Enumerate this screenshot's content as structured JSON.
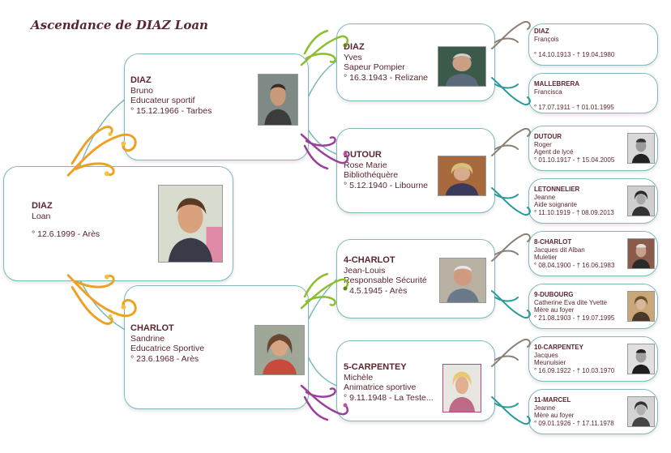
{
  "page": {
    "title": "Ascendance de DIAZ Loan"
  },
  "colors": {
    "text": "#5a2630",
    "card_border": "#7fb9bd",
    "orange": "#f0a020",
    "green": "#8cbf2e",
    "purple": "#9a3f9a",
    "gray": "#8a8078",
    "teal": "#2a9a9a"
  },
  "root": {
    "surname": "DIAZ",
    "given": "Loan",
    "birth": "° 12.6.1999 - Arès"
  },
  "father": {
    "surname": "DIAZ",
    "given": "Bruno",
    "occupation": "Educateur sportif",
    "birth": "° 15.12.1966 - Tarbes"
  },
  "mother": {
    "surname": "CHARLOT",
    "given": "Sandrine",
    "occupation": "Educatrice Sportive",
    "birth": "° 23.6.1968 - Arès"
  },
  "gp_paternal_father": {
    "surname": "DIAZ",
    "given": "Yves",
    "occupation": "Sapeur Pompier",
    "birth": "° 16.3.1943 - Relizane"
  },
  "gp_paternal_mother": {
    "surname": "DUTOUR",
    "given": "Rose Marie",
    "occupation": "Bibliothéquère",
    "birth": "° 5.12.1940 - Libourne"
  },
  "gp_maternal_father": {
    "surname": "4-CHARLOT",
    "given": "Jean-Louis",
    "occupation": "Responsable Sécurité",
    "birth": "° 4.5.1945 - Arès"
  },
  "gp_maternal_mother": {
    "surname": "5-CARPENTEY",
    "given": "Michèle",
    "occupation": "Animatrice sportive",
    "birth": "° 9.11.1948 - La Teste..."
  },
  "ggp": [
    {
      "surname": "DIAZ",
      "given": "François",
      "occupation": "",
      "dates": "° 14.10.1913 - † 19.04.1980"
    },
    {
      "surname": "MALLEBRERA",
      "given": "Francisca",
      "occupation": "",
      "dates": "° 17.07.1911 - † 01.01.1995"
    },
    {
      "surname": "DUTOUR",
      "given": "Roger",
      "occupation": "Agent de lycé",
      "dates": "° 01.10.1917 - † 15.04.2005"
    },
    {
      "surname": "LETONNELIER",
      "given": "Jeanne",
      "occupation": "Aide soignante",
      "dates": "° 11.10.1919 - † 08.09.2013"
    },
    {
      "surname": "8-CHARLOT",
      "given": "Jacques dit Alban",
      "occupation": "Muletier",
      "dates": "° 08.04.1900 - † 16.06.1983"
    },
    {
      "surname": "9-DUBOURG",
      "given": "Catherine Eva dite Yvette",
      "occupation": "Mère au foyer",
      "dates": "° 21.08.1903 - † 19.07.1995"
    },
    {
      "surname": "10-CARPENTEY",
      "given": "Jacques",
      "occupation": "Meunuisier",
      "dates": "° 16.09.1922 - † 10.03.1970"
    },
    {
      "surname": "11-MARCEL",
      "given": "Jeanne",
      "occupation": "Mère au foyer",
      "dates": "° 09.01.1926 - † 17.11.1978"
    }
  ]
}
